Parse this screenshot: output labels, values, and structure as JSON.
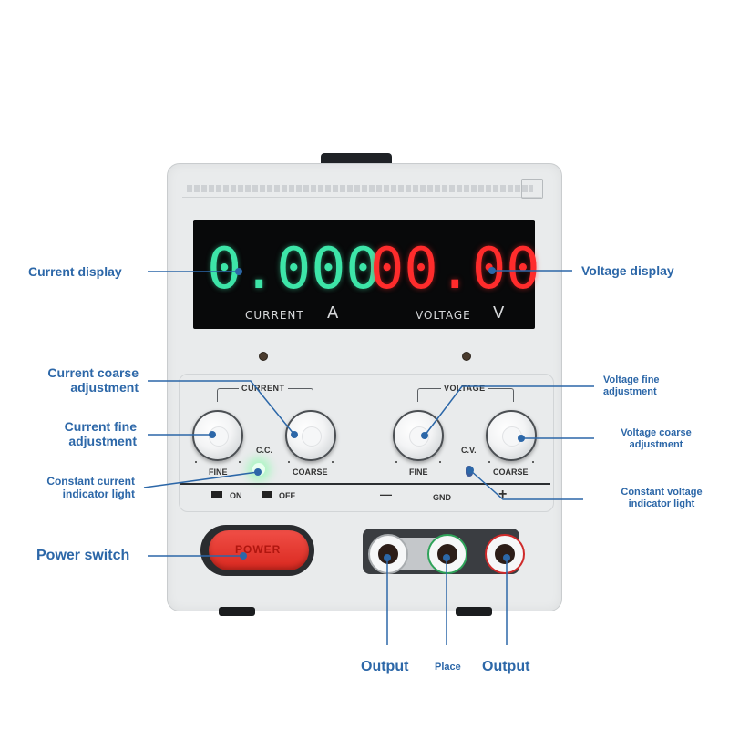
{
  "colors": {
    "callout": "#2c67a8",
    "current_digits": "#3de5a8",
    "voltage_digits": "#ff2c2c",
    "power_switch": "#e23a31",
    "terminal_green": "#2fa35a",
    "terminal_red": "#cf2a2a"
  },
  "device": {
    "display": {
      "current_value": "0.000",
      "voltage_value": "00.00",
      "current_label": "CURRENT",
      "current_unit": "A",
      "voltage_label": "VOLTAGE",
      "voltage_unit": "V"
    },
    "panel": {
      "current_group": "CURRENT",
      "voltage_group": "VOLTAGE",
      "fine": "FINE",
      "coarse": "COARSE",
      "cc": "C.C.",
      "cv": "C.V.",
      "on": "ON",
      "off": "OFF",
      "minus": "—",
      "gnd": "GND",
      "plus": "+"
    },
    "power_switch_text": "POWER"
  },
  "callouts": {
    "current_display": "Current display",
    "voltage_display": "Voltage display",
    "current_coarse": "Current coarse adjustment",
    "voltage_fine": "Voltage fine adjustment",
    "current_fine": "Current fine adjustment",
    "voltage_coarse": "Voltage coarse adjustment",
    "cc_light": "Constant current indicator light",
    "cv_light": "Constant voltage indicator light",
    "power_switch": "Power switch",
    "output_left": "Output",
    "place": "Place",
    "output_right": "Output"
  }
}
